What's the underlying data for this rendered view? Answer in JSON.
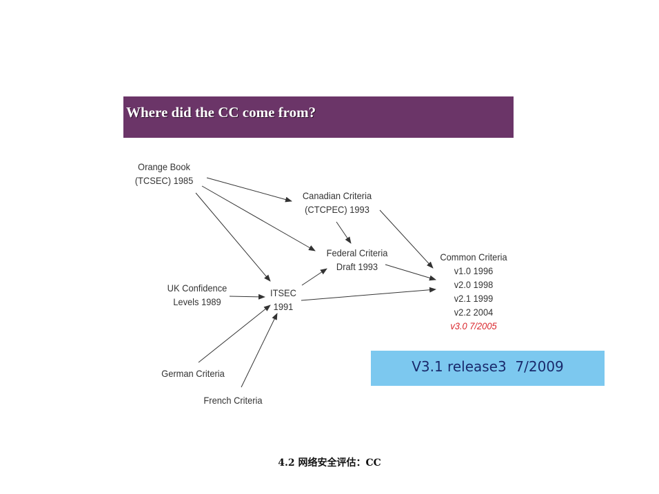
{
  "title": "Where did the CC come from?",
  "nodes": {
    "orange_book": [
      "Orange Book",
      "(TCSEC) 1985"
    ],
    "canadian": [
      "Canadian Criteria",
      "(CTCPEC) 1993"
    ],
    "federal": [
      "Federal Criteria",
      "Draft 1993"
    ],
    "uk": [
      "UK Confidence",
      "Levels 1989"
    ],
    "itsec": [
      "ITSEC",
      "1991"
    ],
    "german": [
      "German Criteria"
    ],
    "french": [
      "French Criteria"
    ],
    "common": [
      "Common Criteria",
      "v1.0 1996",
      "v2.0 1998",
      "v2.1 1999",
      "v2.2 2004"
    ],
    "common_latest": "v3.0 7/2005"
  },
  "edges": [
    [
      "orange_book",
      "canadian"
    ],
    [
      "orange_book",
      "federal"
    ],
    [
      "orange_book",
      "itsec"
    ],
    [
      "canadian",
      "federal"
    ],
    [
      "canadian",
      "common"
    ],
    [
      "federal",
      "common"
    ],
    [
      "uk",
      "itsec"
    ],
    [
      "itsec",
      "federal"
    ],
    [
      "itsec",
      "common"
    ],
    [
      "german",
      "itsec"
    ],
    [
      "french",
      "itsec"
    ]
  ],
  "colors": {
    "title_bar": "#6b3568",
    "release_box": "#7cc8ef",
    "latest_version": "#d9262c"
  },
  "release_note": "V3.1 release3  7/2009",
  "footer": "4.2 网络安全评估：CC"
}
